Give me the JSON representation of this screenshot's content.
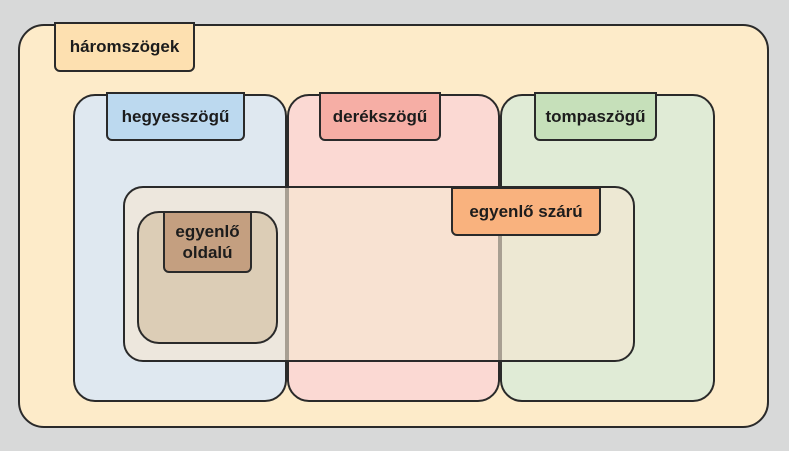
{
  "diagram": {
    "outer": {
      "label": "háromszögek",
      "color": "#fdebc9",
      "label_color": "#fde0b0"
    },
    "acute": {
      "label": "hegyesszögű",
      "color": "#dfe8f0",
      "label_color": "#bcd9ef"
    },
    "right": {
      "label": "derékszögű",
      "color": "#fbd9d3",
      "label_color": "#f6aea5"
    },
    "obtuse": {
      "label": "tompaszögű",
      "color": "#e0ebd6",
      "label_color": "#c6e0ba"
    },
    "isosceles": {
      "label": "egyenlő szárú",
      "color": "#f6e6d2",
      "label_color": "#f9b27e"
    },
    "equilateral": {
      "label_line1": "egyenlő",
      "label_line2": "oldalú",
      "color": "#dccdb6",
      "label_color": "#c49f80"
    }
  }
}
